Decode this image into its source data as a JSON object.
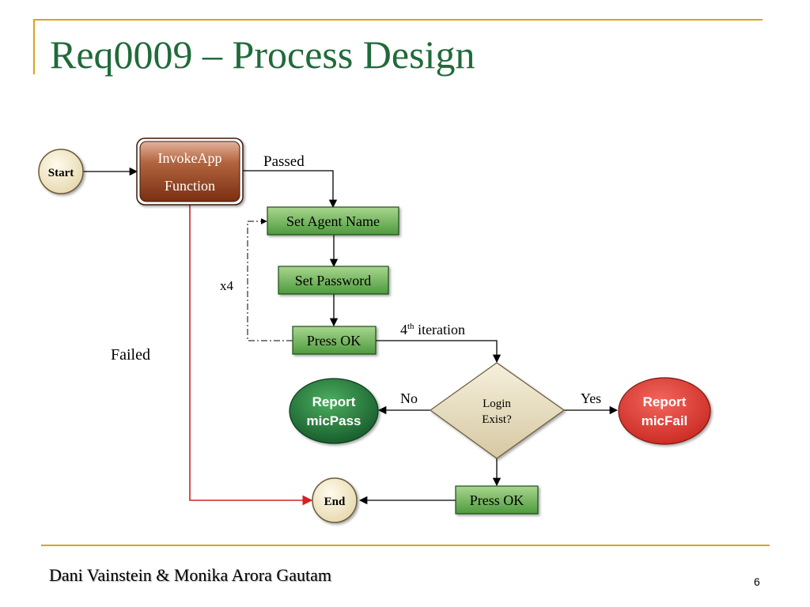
{
  "slide": {
    "title": "Req0009 – Process Design",
    "footer": "Dani Vainstein & Monika Arora Gautam",
    "page_number": "6"
  },
  "diagram": {
    "start": "Start",
    "invoke_line1": "InvokeApp",
    "invoke_line2": "Function",
    "passed_label": "Passed",
    "set_agent_name": "Set Agent Name",
    "set_password": "Set Password",
    "press_ok_1": "Press OK",
    "loop_label": "x4",
    "iteration_base": "4",
    "iteration_sup": "th",
    "iteration_rest": " iteration",
    "failed_label": "Failed",
    "decision_line1": "Login",
    "decision_line2": "Exist?",
    "no_label": "No",
    "yes_label": "Yes",
    "report_pass_line1": "Report",
    "report_pass_line2": "micPass",
    "report_fail_line1": "Report",
    "report_fail_line2": "micFail",
    "press_ok_2": "Press OK",
    "end": "End"
  },
  "colors": {
    "title": "#1f6b3a",
    "accent": "#d9a520",
    "invoke_box": "#8b3e1c",
    "step_box": "#4e9a3e",
    "decision": "#d8ccaa",
    "report_pass": "#1e6b35",
    "report_fail": "#d8372f",
    "failed_line": "#d42020"
  }
}
